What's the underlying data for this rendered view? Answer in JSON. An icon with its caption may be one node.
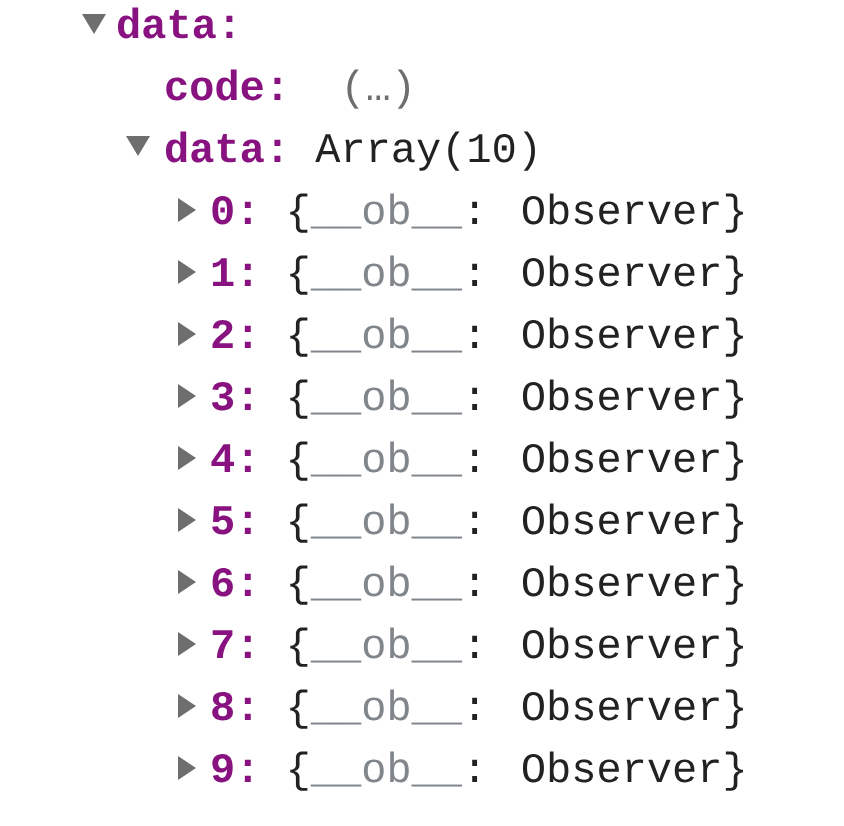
{
  "diagram": {
    "labels": [
      "data:",
      "code:",
      "(…)",
      "data:",
      "Array(10)",
      "0:",
      "{",
      "__ob__",
      ": Observer}",
      "1:",
      "{",
      "__ob__",
      ": Observer}",
      "2:",
      "{",
      "__ob__",
      ": Observer}",
      "3:",
      "{",
      "__ob__",
      ": Observer}",
      "4:",
      "{",
      "__ob__",
      ": Observer}",
      "5:",
      "{",
      "__ob__",
      ": Observer}",
      "6:",
      "{",
      "__ob__",
      ": Observer}",
      "7:",
      "{",
      "__ob__",
      ": Observer}",
      "8:",
      "{",
      "__ob__",
      ": Observer}",
      "9:",
      "{",
      "__ob__",
      ": Observer}"
    ]
  }
}
